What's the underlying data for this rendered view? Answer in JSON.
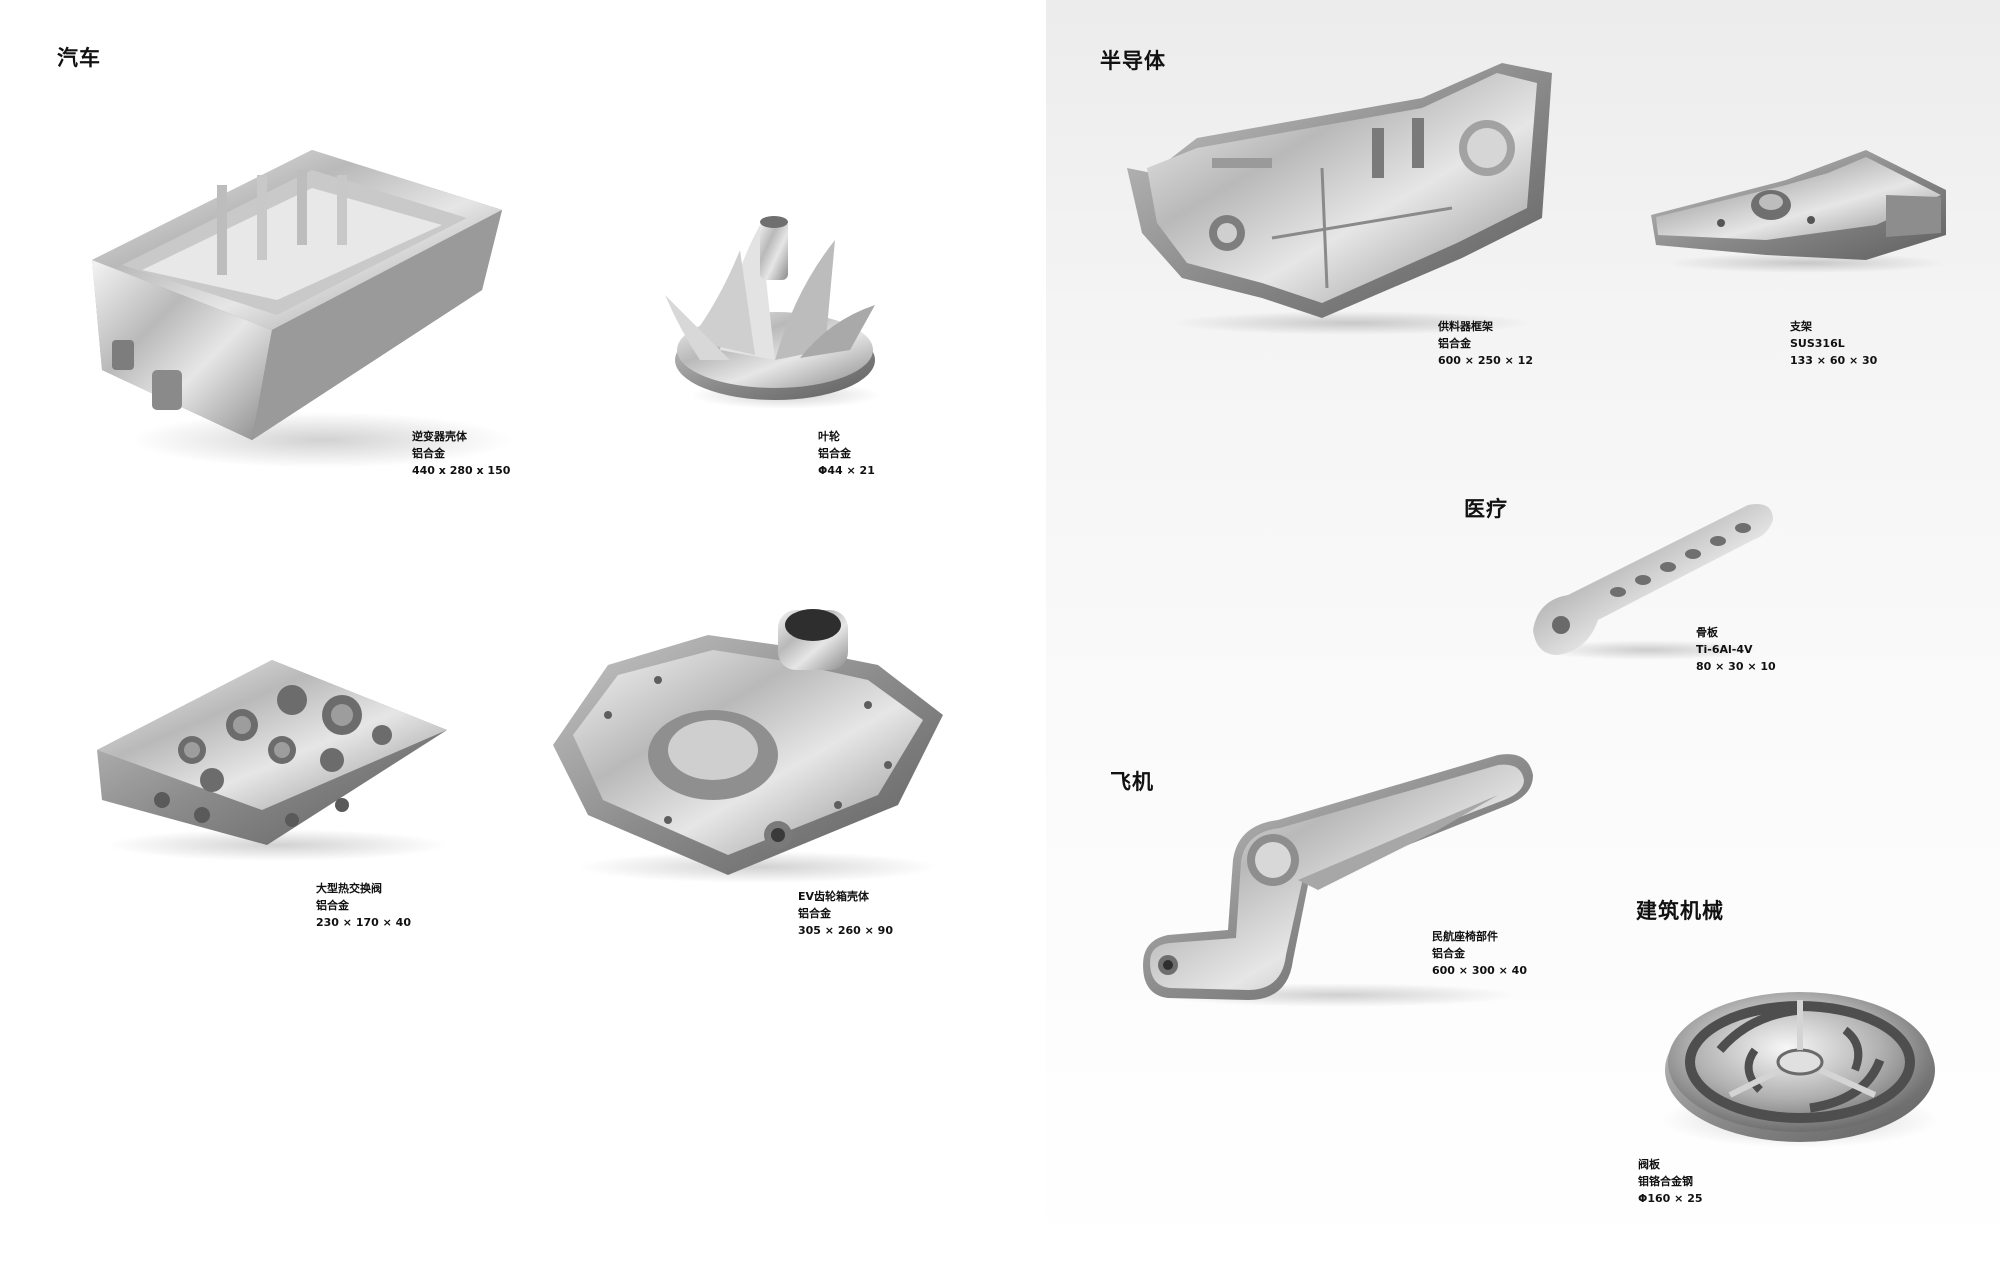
{
  "sections": {
    "automotive": "汽车",
    "semiconductor": "半导体",
    "medical": "医疗",
    "aircraft": "飞机",
    "construction": "建筑机械"
  },
  "parts": {
    "inverter_housing": {
      "name": "逆变器壳体",
      "material": "铝合金",
      "size": "440 x 280 x 150"
    },
    "impeller": {
      "name": "叶轮",
      "material": "铝合金",
      "size": "Φ44 × 21"
    },
    "heat_exchange_valve": {
      "name": "大型热交换阀",
      "material": "铝合金",
      "size": "230 × 170 × 40"
    },
    "ev_gearbox_housing": {
      "name": "EV齿轮箱壳体",
      "material": "铝合金",
      "size": "305 × 260 × 90"
    },
    "feeder_frame": {
      "name": "供料器框架",
      "material": "铝合金",
      "size": "600 × 250 × 12"
    },
    "bracket": {
      "name": "支架",
      "material": "SUS316L",
      "size": "133 × 60 × 30"
    },
    "bone_plate": {
      "name": "骨板",
      "material": "Ti-6Al-4V",
      "size": "80 × 30 × 10"
    },
    "seat_part": {
      "name": "民航座椅部件",
      "material": "铝合金",
      "size": "600 × 300 × 40"
    },
    "valve_plate": {
      "name": "阀板",
      "material": "钼铬合金钢",
      "size": "Φ160 × 25"
    }
  }
}
